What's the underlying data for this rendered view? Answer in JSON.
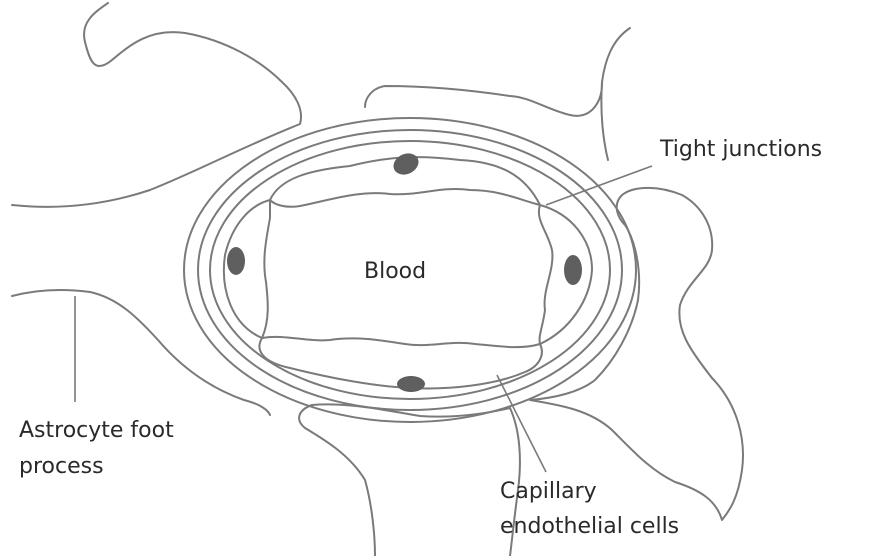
{
  "labels": {
    "blood": "Blood",
    "tight_junctions": "Tight junctions",
    "astrocyte": [
      "Astrocyte foot",
      "process"
    ],
    "endothelial": [
      "Capillary",
      "endothelial cells"
    ]
  },
  "colors": {
    "line": "#7a7a7a",
    "nucleus": "#5f5f5f",
    "text": "#2a2a2a",
    "background": "#ffffff"
  }
}
